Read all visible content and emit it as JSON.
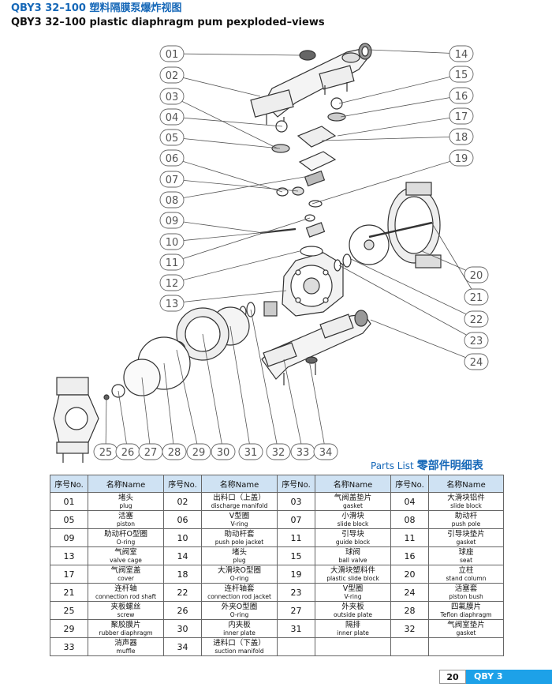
{
  "header": {
    "title_cn": "QBY3 32–100 塑料隔膜泵爆炸视图",
    "title_en": "QBY3 32–100 plastic diaphragm pum pexploded–views"
  },
  "callouts": [
    "01",
    "02",
    "03",
    "04",
    "05",
    "06",
    "07",
    "08",
    "09",
    "10",
    "11",
    "12",
    "13",
    "14",
    "15",
    "16",
    "17",
    "18",
    "19",
    "20",
    "21",
    "22",
    "23",
    "24",
    "25",
    "26",
    "27",
    "28",
    "29",
    "30",
    "31",
    "32",
    "33",
    "34"
  ],
  "parts_list": {
    "en": "Parts List",
    "cn": "零部件明细表"
  },
  "table": {
    "headers": [
      "序号No.",
      "名称Name",
      "序号No.",
      "名称Name",
      "序号No.",
      "名称Name",
      "序号No.",
      "名称Name"
    ],
    "rows": [
      [
        {
          "no": "01",
          "cn": "堵头",
          "en": "plug"
        },
        {
          "no": "02",
          "cn": "出料口（上盖）",
          "en": "discharge manifold"
        },
        {
          "no": "03",
          "cn": "气阀盖垫片",
          "en": "gasket"
        },
        {
          "no": "04",
          "cn": "大滑块铝件",
          "en": "slide block"
        }
      ],
      [
        {
          "no": "05",
          "cn": "活塞",
          "en": "piston"
        },
        {
          "no": "06",
          "cn": "V型圈",
          "en": "V-ring"
        },
        {
          "no": "07",
          "cn": "小滑块",
          "en": "slide block"
        },
        {
          "no": "08",
          "cn": "助动杆",
          "en": "push pole"
        }
      ],
      [
        {
          "no": "09",
          "cn": "助动杆O型圈",
          "en": "O-ring"
        },
        {
          "no": "10",
          "cn": "助动杆套",
          "en": "push pole jacket"
        },
        {
          "no": "11",
          "cn": "引导块",
          "en": "guide block"
        },
        {
          "no": "11",
          "cn": "引导块垫片",
          "en": "gasket"
        }
      ],
      [
        {
          "no": "13",
          "cn": "气阀室",
          "en": "valve cage"
        },
        {
          "no": "14",
          "cn": "堵头",
          "en": "plug"
        },
        {
          "no": "15",
          "cn": "球阀",
          "en": "ball valve"
        },
        {
          "no": "16",
          "cn": "球座",
          "en": "seat"
        }
      ],
      [
        {
          "no": "17",
          "cn": "气阀室盖",
          "en": "cover"
        },
        {
          "no": "18",
          "cn": "大滑块O型圈",
          "en": "O-ring"
        },
        {
          "no": "19",
          "cn": "大滑块塑料件",
          "en": "plastic slide block"
        },
        {
          "no": "20",
          "cn": "立柱",
          "en": "stand column"
        }
      ],
      [
        {
          "no": "21",
          "cn": "连杆轴",
          "en": "connection rod shaft"
        },
        {
          "no": "22",
          "cn": "连杆轴套",
          "en": "connection rod jacket"
        },
        {
          "no": "23",
          "cn": "V型圈",
          "en": "V-ring"
        },
        {
          "no": "24",
          "cn": "活塞套",
          "en": "piston bush"
        }
      ],
      [
        {
          "no": "25",
          "cn": "夹板螺丝",
          "en": "screw"
        },
        {
          "no": "26",
          "cn": "外夹O型圈",
          "en": "O-ring"
        },
        {
          "no": "27",
          "cn": "外夹板",
          "en": "outside plate"
        },
        {
          "no": "28",
          "cn": "四氟膜片",
          "en": "Teflon diaphragm"
        }
      ],
      [
        {
          "no": "29",
          "cn": "聚胶膜片",
          "en": "rubber diaphragm"
        },
        {
          "no": "30",
          "cn": "内夹板",
          "en": "inner plate"
        },
        {
          "no": "31",
          "cn": "隔排",
          "en": "inner plate"
        },
        {
          "no": "32",
          "cn": "气阀室垫片",
          "en": "gasket"
        }
      ],
      [
        {
          "no": "33",
          "cn": "消声器",
          "en": "muffle"
        },
        {
          "no": "34",
          "cn": "进料口（下盖）",
          "en": "suction manifold"
        },
        {
          "no": "",
          "cn": "",
          "en": ""
        },
        {
          "no": "",
          "cn": "",
          "en": ""
        }
      ]
    ]
  },
  "footer": {
    "page": "20",
    "brand": "QBY 3"
  },
  "colors": {
    "accent": "#1668b8",
    "header_bg": "#cfe2f3",
    "footer_bar": "#1da1e8"
  }
}
